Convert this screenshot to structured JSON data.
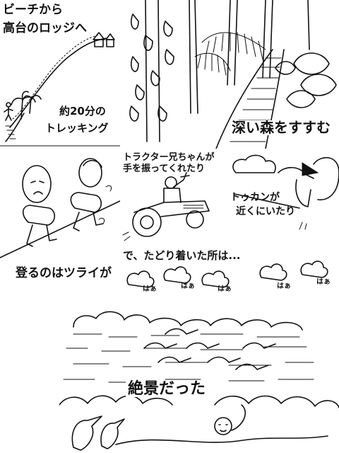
{
  "panel1": {
    "line1": "ビーチから",
    "line2": "高台のロッジへ",
    "line3": "約20分の",
    "line4": "トレッキング"
  },
  "panel2": {
    "caption": "深い森をすすむ"
  },
  "panel3": {
    "caption": "登るのはツライが"
  },
  "panel4": {
    "line1": "トラクター兄ちゃんが",
    "line2": "手を振ってくれたり"
  },
  "panel5": {
    "line1": "トゥカンが",
    "line2": "近くにいたり"
  },
  "panel6": {
    "caption": "で、たどり着いた所は...",
    "breath": [
      "はぁ",
      "はぁ",
      "はぁ",
      "はぁ",
      "はぁ"
    ]
  },
  "panel7": {
    "caption": "絶景だった"
  }
}
